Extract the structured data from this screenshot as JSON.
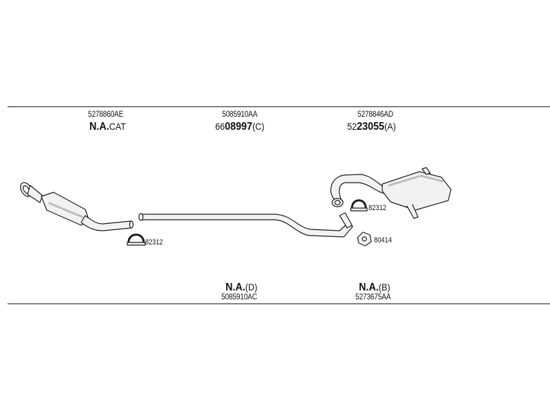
{
  "labels": {
    "cat_oe": "5278860AE",
    "cat_code_bold": "N.A.",
    "cat_code_suffix": "CAT",
    "c_oe": "5085910AA",
    "c_code_prefix": "66",
    "c_code_bold": "08997",
    "c_code_suffix": "(C)",
    "a_oe": "5278846AD",
    "a_code_prefix": "52",
    "a_code_bold": "23055",
    "a_code_suffix": "(A)",
    "d_code_bold": "N.A.",
    "d_code_suffix": "(D)",
    "d_oe": "5085910AC",
    "b_code_bold": "N.A.",
    "b_code_suffix": "(B)",
    "b_oe": "5273675AA",
    "clamp_front": "82312",
    "clamp_rear": "82312",
    "gasket": "80414"
  },
  "colors": {
    "line": "#1a1a1a",
    "pipe_fill": "#f2f2f2",
    "shade": "#bdbdbd"
  }
}
